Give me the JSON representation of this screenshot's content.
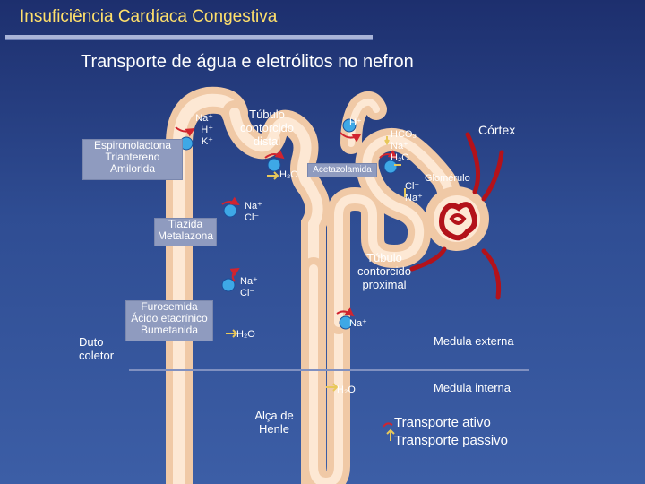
{
  "header": {
    "title": "Insuficiência Cardíaca Congestiva",
    "subtitle": "Transporte de água e eletrólitos no nefron"
  },
  "drugs": {
    "k_sparing": [
      "Espironolactona",
      "Triantereno",
      "Amilorida"
    ],
    "thiazide": [
      "Tiazida",
      "Metalazona"
    ],
    "loop": [
      "Furosemida",
      "Ácido etacrínico",
      "Bumetanida"
    ],
    "acetazolamide": "Acetazolamida"
  },
  "labels": {
    "distal_tubule": [
      "Túbulo",
      "contorcido",
      "distal"
    ],
    "proximal_tubule": [
      "Túbulo",
      "contorcido",
      "proximal"
    ],
    "collecting_duct": [
      "Duto",
      "coletor"
    ],
    "loop_of_henle": [
      "Alça de",
      "Henle"
    ],
    "glomerulus": "Glomérulo",
    "cortex": "Córtex",
    "outer_medulla": "Medula externa",
    "inner_medulla": "Medula interna"
  },
  "ions": {
    "collecting": [
      "Na⁺",
      "H⁺",
      "K⁺"
    ],
    "distal_water": "H₂O",
    "distal_nacl": [
      "Na⁺",
      "Cl⁻"
    ],
    "ascending_nacl": [
      "Na⁺",
      "Cl⁻"
    ],
    "descending_water": "H₂O",
    "proximal_top": "H⁺",
    "proximal_list": [
      "HCO₃",
      "Na⁺",
      "H₂O"
    ],
    "proximal_cl_na": [
      "Cl⁻",
      "Na⁺"
    ],
    "proximal_na": "Na⁺",
    "inner_water": "H₂O"
  },
  "legend": {
    "active": "Transporte ativo",
    "passive": "Transporte passivo"
  },
  "colors": {
    "title": "#ffe06b",
    "tubule": "#f0c9a6",
    "vessel": "#b3121a",
    "active_arrow": "#d1242f",
    "passive_arrow": "#e8c85a",
    "transporter": "#3ea8e6"
  }
}
